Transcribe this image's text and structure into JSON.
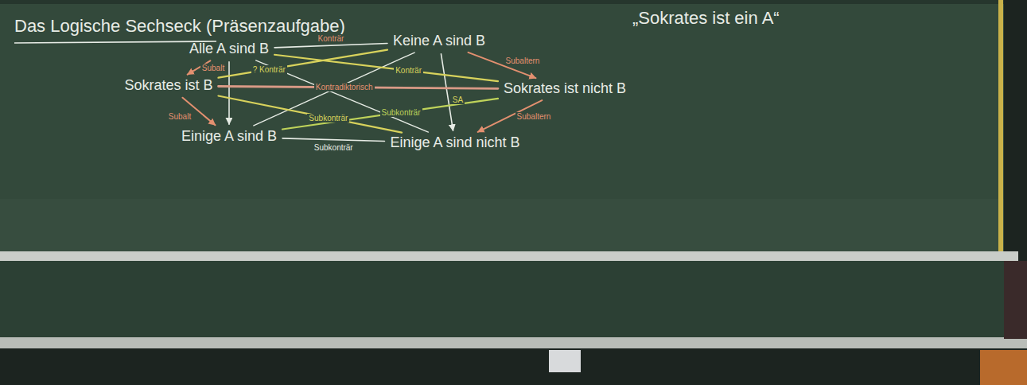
{
  "diagram": {
    "title": "Das Logische Sechseck (Präsenzaufgabe)",
    "nodes": [
      {
        "text": [
          "Alle A sind B"
        ]
      },
      {
        "text": [
          "Keine A sind B"
        ]
      },
      {
        "text": [
          "Sokrates ist B"
        ]
      },
      {
        "text": [
          "Sokrates ist nicht B"
        ]
      },
      {
        "text": [
          "Einige A sind B"
        ]
      },
      {
        "text": [
          "Einige A sind nicht B"
        ]
      }
    ],
    "edges": [
      {
        "from": 0,
        "to": 1,
        "arrow": "none",
        "label": "Konträr"
      },
      {
        "from": 0,
        "to": 4,
        "arrow": "to"
      },
      {
        "from": 1,
        "to": 5,
        "arrow": "to",
        "label": "SA"
      },
      {
        "from": 4,
        "to": 5,
        "arrow": "none",
        "label": "Subkonträr"
      },
      {
        "from": 0,
        "to": 5,
        "arrow": "none"
      },
      {
        "from": 1,
        "to": 4,
        "arrow": "none"
      },
      {
        "from": 0,
        "to": 2,
        "arrow": "to",
        "label": "Subalt"
      },
      {
        "from": 2,
        "to": 4,
        "arrow": "to",
        "label": "Subalt"
      },
      {
        "from": 1,
        "to": 3,
        "arrow": "to",
        "label": "Subaltern"
      },
      {
        "from": 3,
        "to": 5,
        "arrow": "to",
        "label": "Subaltern"
      },
      {
        "from": 2,
        "to": 1,
        "arrow": "none",
        "label": "? Konträr"
      },
      {
        "from": 0,
        "to": 3,
        "arrow": "none",
        "label": "Konträr"
      },
      {
        "from": 2,
        "to": 3,
        "arrow": "none",
        "label": "Kontradiktorisch"
      },
      {
        "from": 2,
        "to": 5,
        "arrow": "none",
        "label": "Subkonträr"
      },
      {
        "from": 3,
        "to": 4,
        "arrow": "none",
        "label": "Subkonträr"
      }
    ],
    "labels": [
      "„Sokrates ist ein A“"
    ]
  }
}
